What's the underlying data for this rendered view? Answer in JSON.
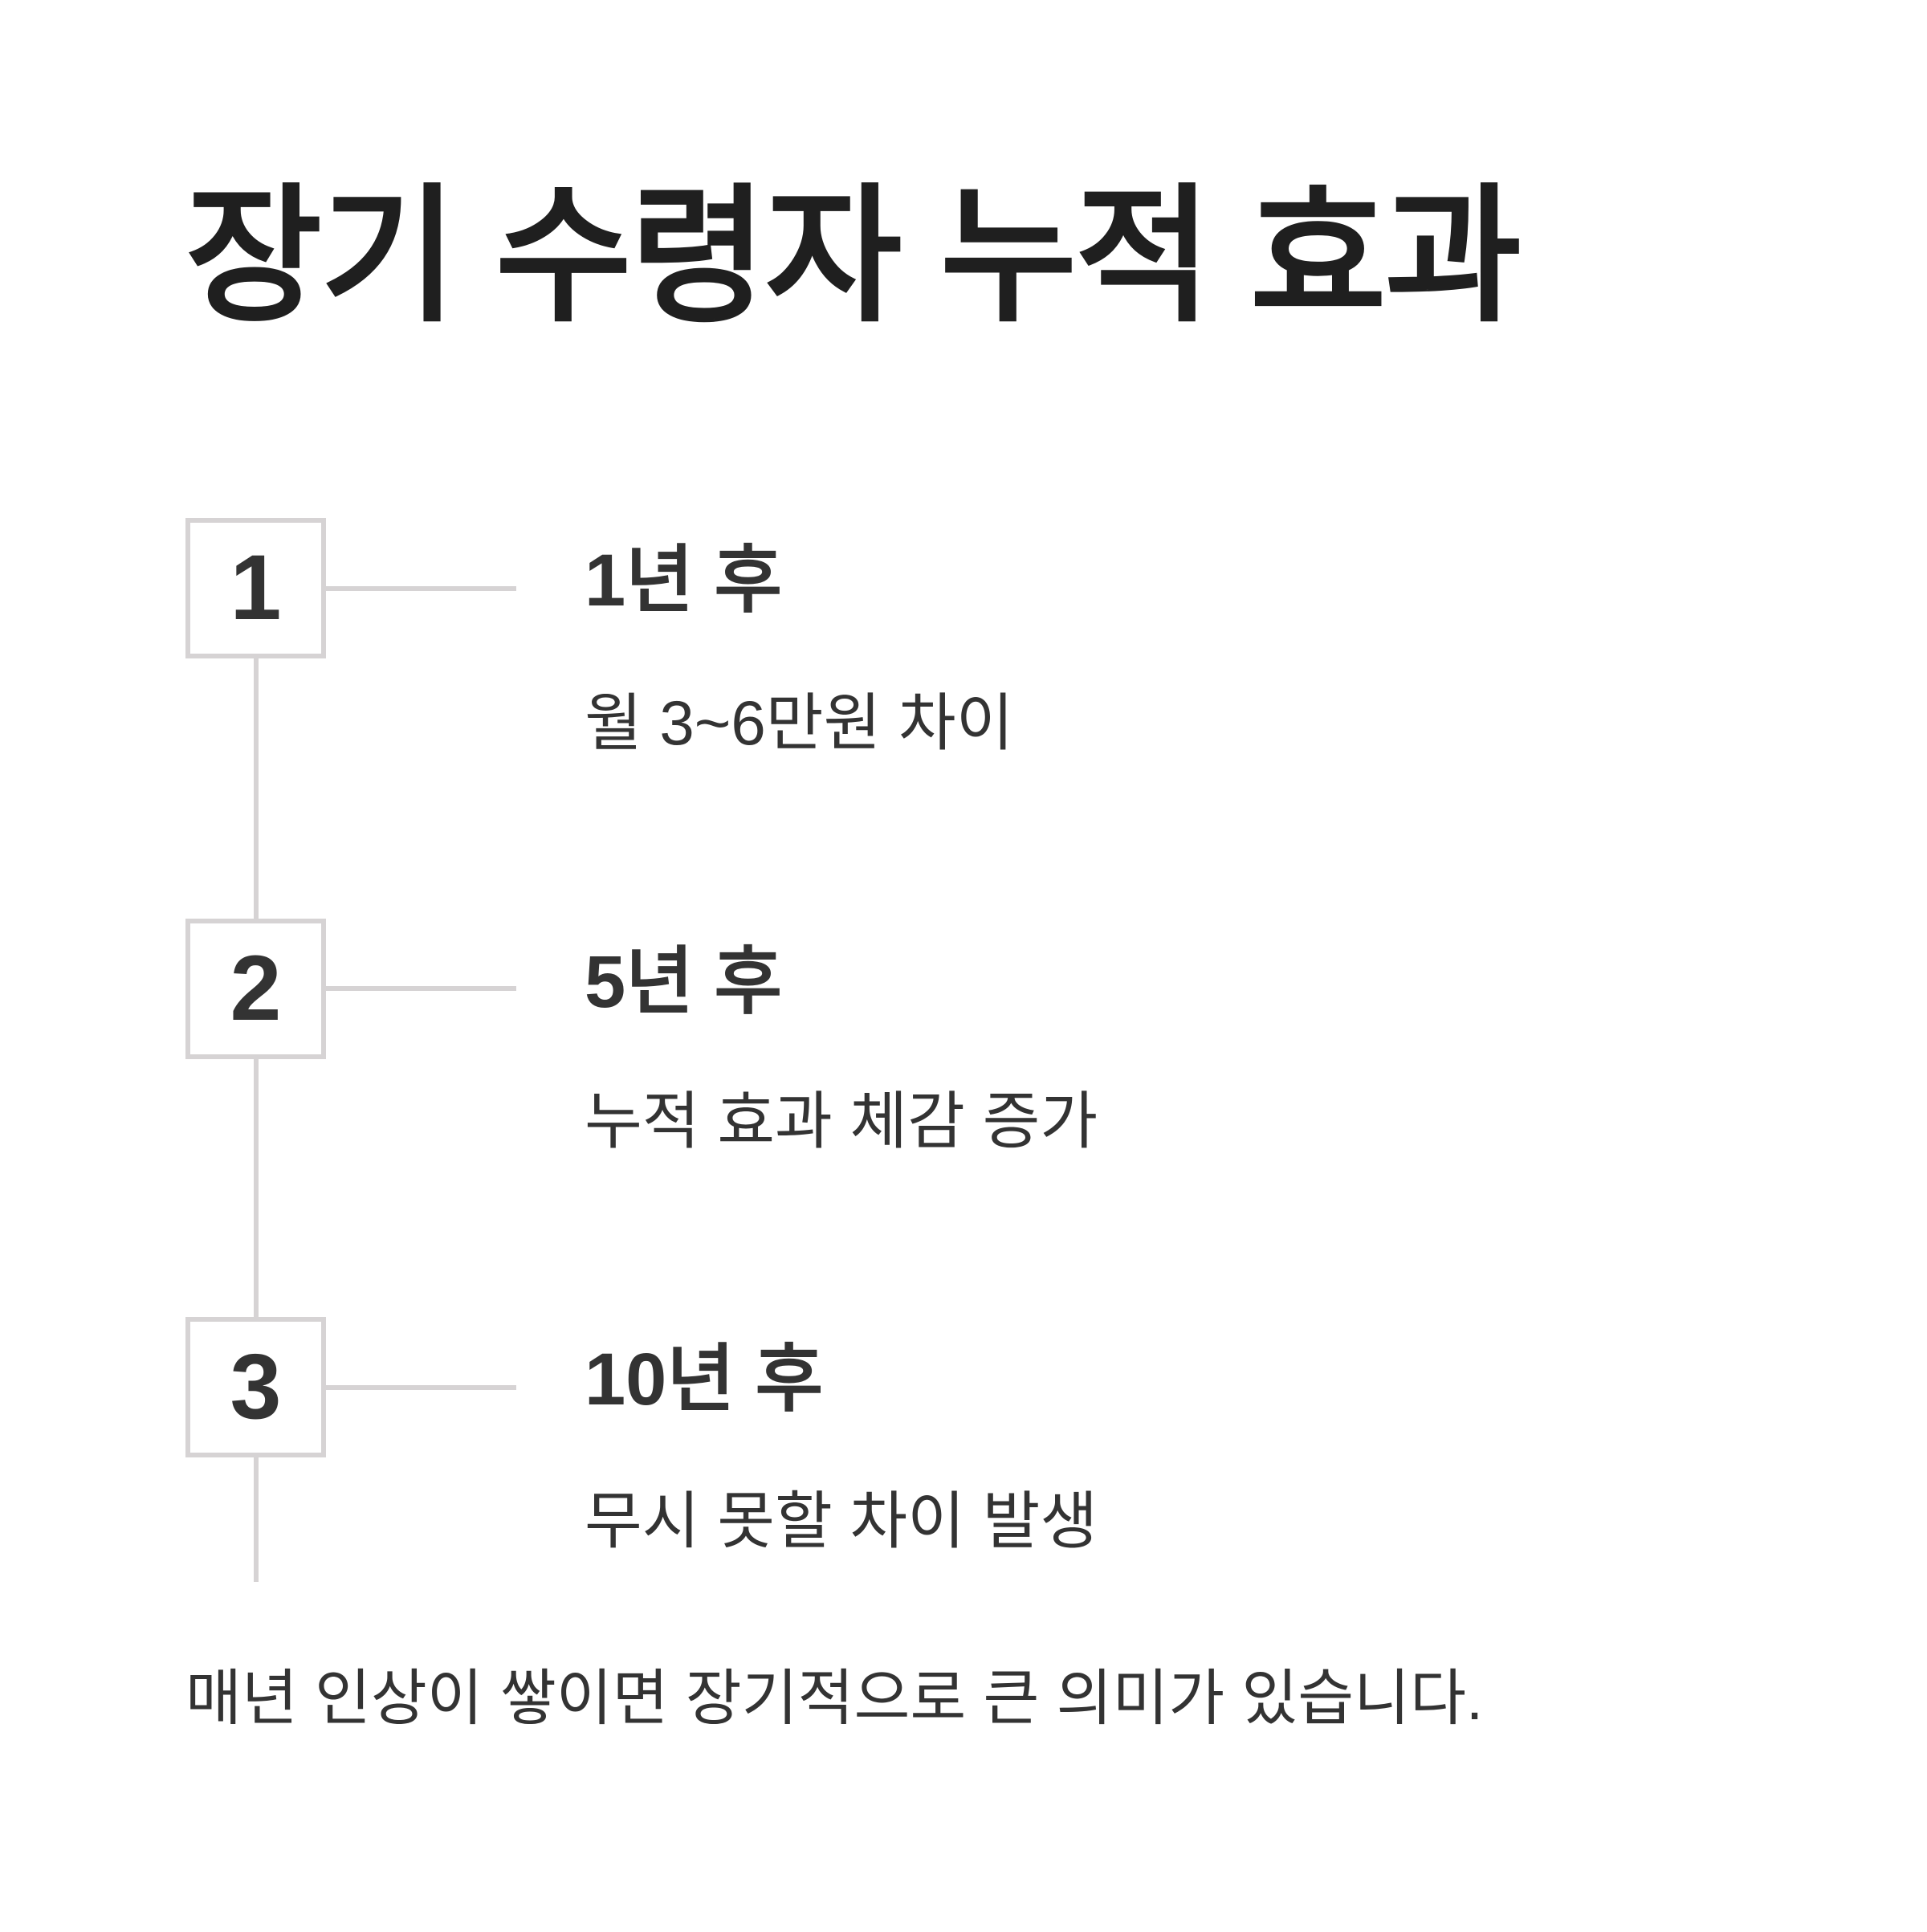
{
  "title": "장기 수령자 누적 효과",
  "steps": [
    {
      "number": "1",
      "heading": "1년 후",
      "description": "월 3~6만원 차이"
    },
    {
      "number": "2",
      "heading": "5년 후",
      "description": "누적 효과 체감 증가"
    },
    {
      "number": "3",
      "heading": "10년 후",
      "description": "무시 못할 차이 발생"
    }
  ],
  "footer": "매년 인상이 쌓이면 장기적으로 큰 의미가 있습니다.",
  "colors": {
    "background": "#ffffff",
    "title": "#1f1f1f",
    "text": "#333333",
    "line": "#d6d3d4"
  }
}
